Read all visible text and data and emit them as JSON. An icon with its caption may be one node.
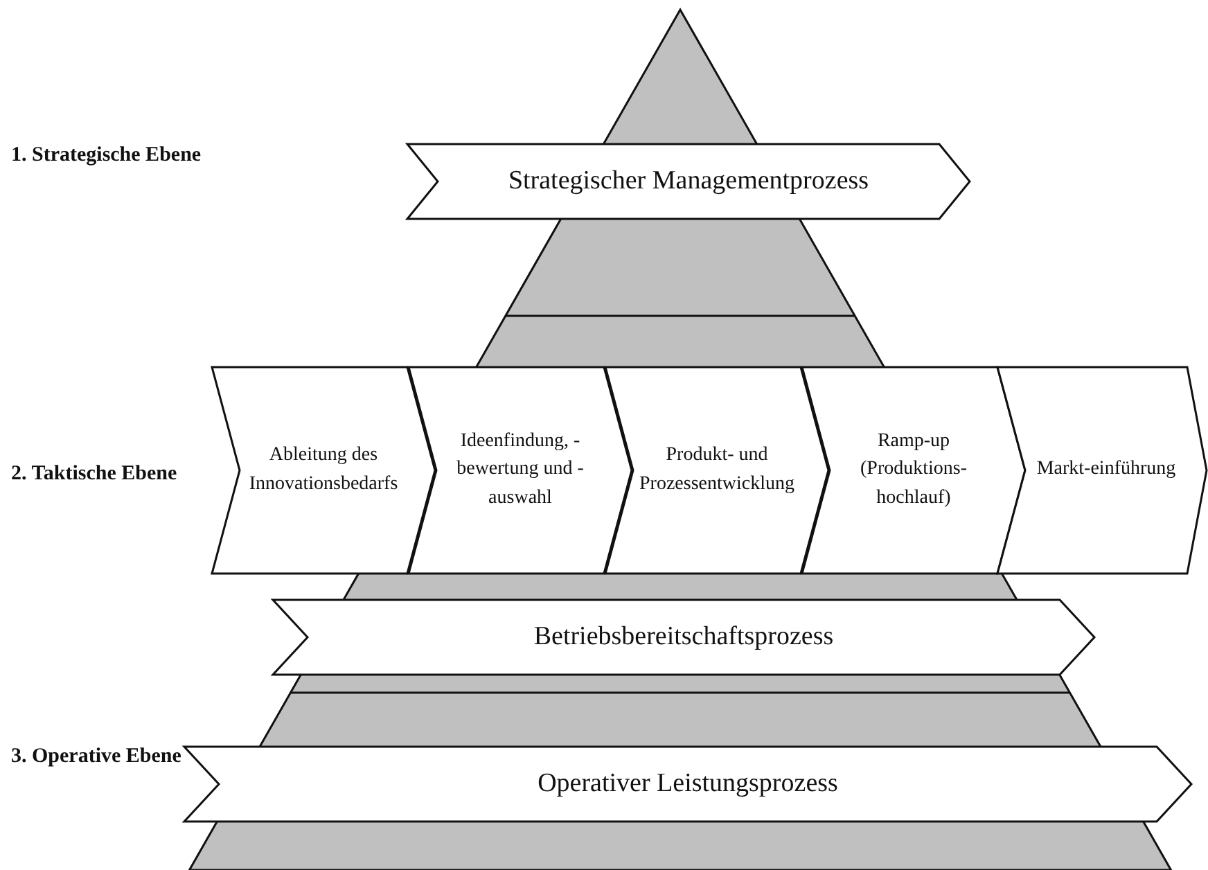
{
  "diagram": {
    "nodes": [
      {
        "text": [
          "Strategischer Managementprozess"
        ]
      },
      {
        "text": [
          "Ableitung des Innovationsbedarfs"
        ]
      },
      {
        "text": [
          "Ideenfindung, -bewertung und -auswahl"
        ]
      },
      {
        "text": [
          "Produkt- und Prozessentwicklung"
        ]
      },
      {
        "text": [
          "Ramp-up (Produktions-hochlauf)"
        ]
      },
      {
        "text": [
          "Markt-einführung"
        ]
      },
      {
        "text": [
          "Betriebsbereitschaftsprozess"
        ]
      },
      {
        "text": [
          "Operativer Leistungsprozess"
        ]
      }
    ],
    "labels": [
      "1. Strategische Ebene",
      "2. Taktische Ebene",
      "3. Operative Ebene"
    ]
  }
}
